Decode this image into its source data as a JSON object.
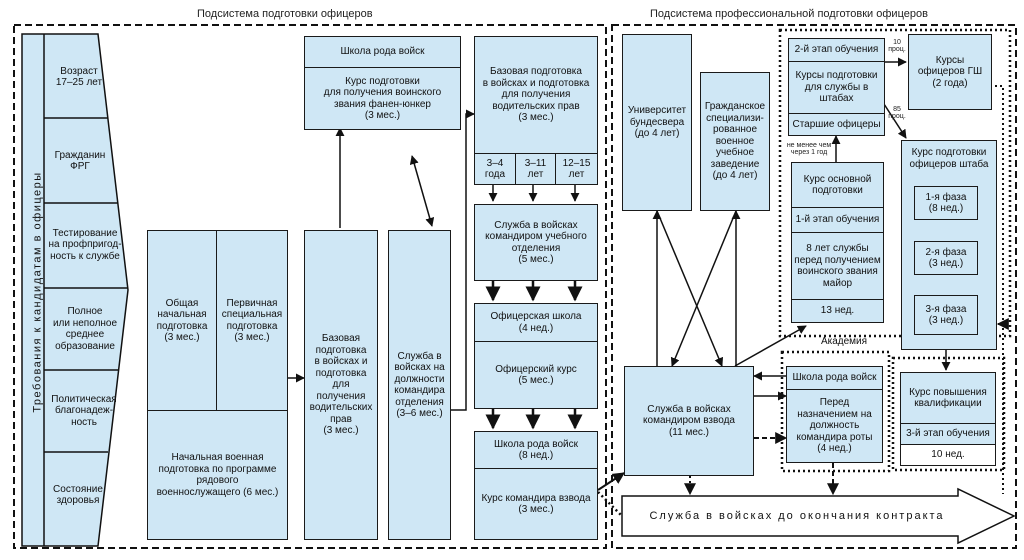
{
  "titles": {
    "officer_subsystem": "Подсистема подготовки офицеров",
    "professional_subsystem": "Подсистема профессиональной подготовки офицеров"
  },
  "requirements": {
    "vertical_label": "Требования к кандидатам в офицеры",
    "items": [
      "Возраст\n17–25 лет",
      "Гражданин\nФРГ",
      "Тестирование\nна профпригод-\nность к службе",
      "Полное\nили неполное\nсреднее\nобразование",
      "Политическая\nблагонадеж-\nность",
      "Состояние\nздоровья"
    ]
  },
  "basic": {
    "general": "Общая\nначальная\nподготовка\n(3 мес.)",
    "specialist": "Первичная\nспециальная\nподготовка\n(3 мес.)",
    "military": "Начальная военная\nподготовка по программе\nрядового\nвоеннослужащего (6 мес.)"
  },
  "col3": {
    "base_training": "Базовая\nподготовка\nв войсках и\nподготовка\nдля получения\nводительских\nправ\n(3 мес.)",
    "branch_school": "Школа рода войск",
    "fahnen_course": "Курс подготовки\nдля получения воинского\nзвания фанен-юнкер\n(3 мес.)"
  },
  "col4": {
    "squad_service": "Служба в\nвойсках на\nдолжности\nкомандира\nотделения\n(3–6 мес.)"
  },
  "col5": {
    "base_training": "Базовая подготовка\nв войсках и подготовка\nдля получения\nводительских прав\n(3 мес.)",
    "durations": [
      "3–4\nгода",
      "3–11\nлет",
      "12–15\nлет"
    ],
    "training_squad": "Служба в войсках\nкомандиром учебного\nотделения\n(5 мес.)",
    "officer_school": "Офицерская школа\n(4 нед.)",
    "officer_course": "Офицерский курс\n(5 мес.)",
    "branch_school": "Школа рода войск\n(8 нед.)",
    "platoon_course": "Курс командира взвода\n(3 мес.)"
  },
  "prof": {
    "university": "Университет\nбундесвера\n(до 4 лет)",
    "civil_school": "Гражданское\nспециализи-\nрованное\nвоенное\nучебное\nзаведение\n(до 4 лет)",
    "platoon_service": "Служба в войсках\nкомандиром взвода\n(11 мес.)",
    "branch_school": "Школа рода войск",
    "before_company": "Перед\nназначением на\nдолжность\nкомандира роты\n(4 нед.)",
    "stage2": "2-й этап обучения",
    "staff_course": "Курсы подготовки\nдля службы в\nштабах",
    "senior_officers": "Старшие офицеры",
    "min_note": "не менее чем\nчерез 1 год",
    "basic_course": "Курс основной\nподготовки",
    "stage1": "1-й этап обучения",
    "eight_years": "8 лет службы\nперед получением\nвоинского звания\nмайор",
    "weeks13": "13 нед.",
    "academy": "Академия",
    "pct10": "10\nпроц.",
    "pct85": "85\nпроц.",
    "gs_course": "Курсы\nофицеров ГШ\n(2 года)",
    "staff_officers_course": "Курс подготовки\nофицеров штаба",
    "phase1": "1-я фаза\n(8 нед.)",
    "phase2": "2-я фаза\n(3 нед.)",
    "phase3": "3-я фаза\n(3 нед.)",
    "qualification": "Курс повышения\nквалификации",
    "stage3": "3-й этап обучения",
    "weeks10": "10 нед.",
    "banner": "Служба в войсках до окончания контракта"
  }
}
